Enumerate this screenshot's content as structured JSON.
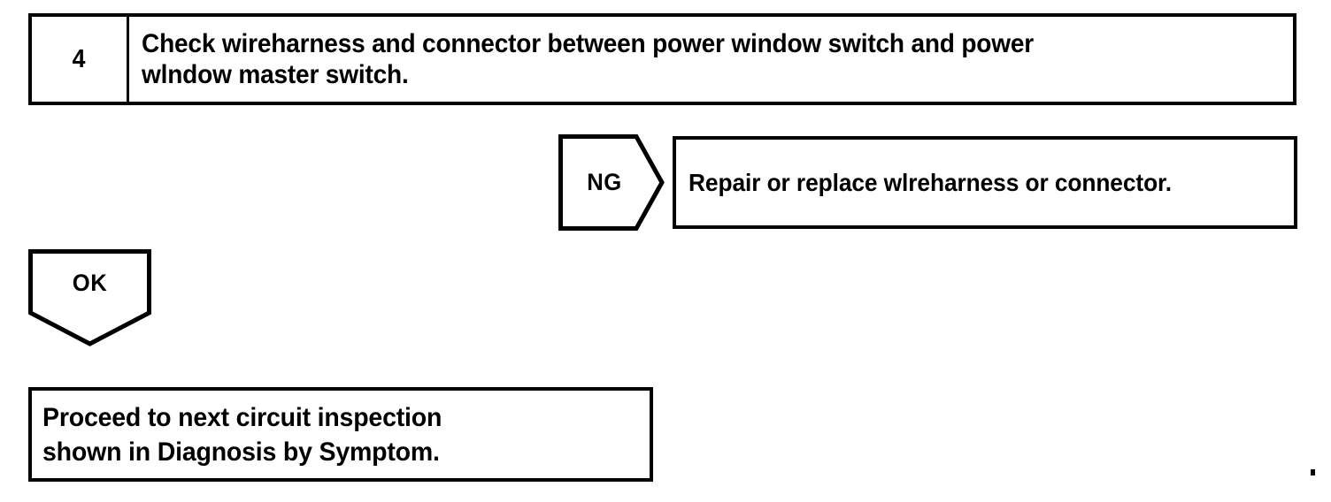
{
  "page": {
    "kind": "diagnostic-flowchart",
    "background_color": "#ffffff",
    "ink_color": "#000000"
  },
  "step": {
    "number": "4",
    "instruction": "Check wireharness and connector between power window switch and power\nwlndow master switch."
  },
  "branches": {
    "ng": {
      "label": "NG",
      "result_text": "Repair or replace wlreharness or connector."
    },
    "ok": {
      "label": "OK",
      "result_text": "Proceed to next circuit inspection\nshown in Diagnosis by Symptom."
    }
  }
}
